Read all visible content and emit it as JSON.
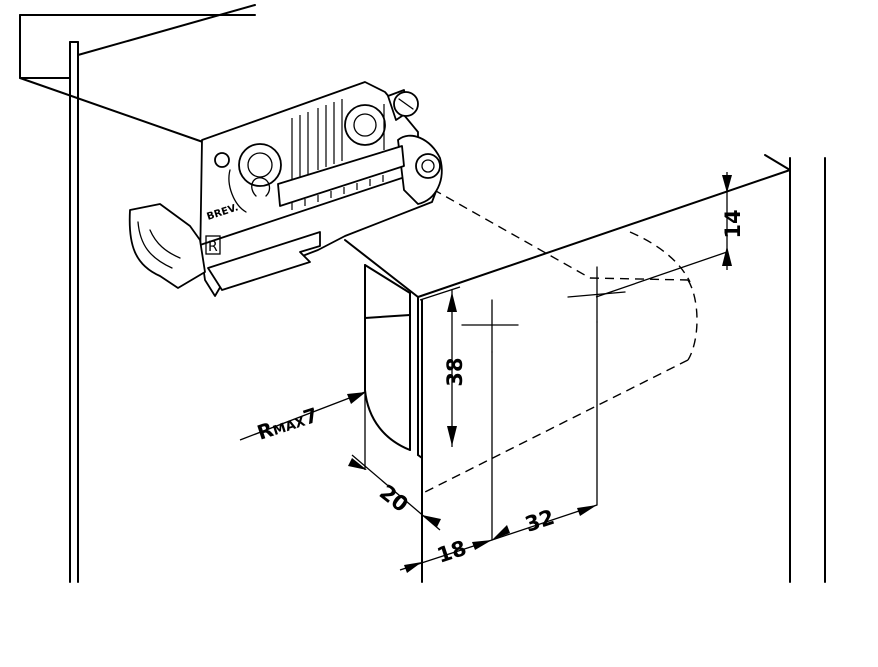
{
  "diagram": {
    "labels": {
      "brand_mark": "BREV.",
      "side_mark": "R",
      "radius_label_prefix": "R",
      "radius_label_sub": "MAX",
      "radius_label_value": "7"
    },
    "dimensions": {
      "top_gap": "14",
      "height": "38",
      "depth": "20",
      "edge_offset": "18",
      "spacing": "32"
    }
  }
}
